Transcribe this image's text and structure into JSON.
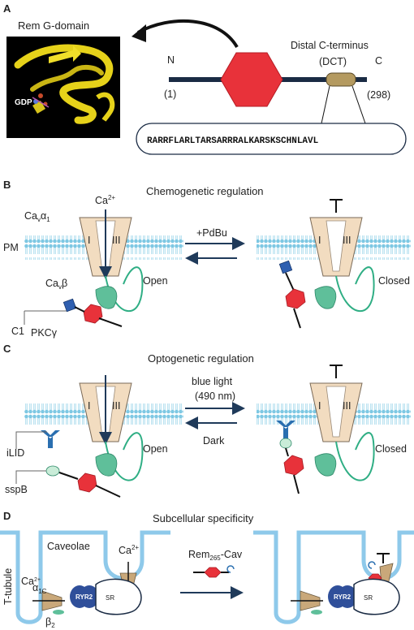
{
  "panel_a": {
    "letter": "A",
    "structure_title": "Rem G-domain",
    "gdp_label": "GDP",
    "n_label": "N",
    "n_pos": "(1)",
    "c_label": "C",
    "c_pos": "(298)",
    "dct_title": "Distal C-terminus",
    "dct_abbrev": "(DCT)",
    "dct_sequence": "RARRFLARLTARSARRRALKARSKSCHNLAVL"
  },
  "panel_b": {
    "letter": "B",
    "title": "Chemogenetic regulation",
    "ca_ion": "Ca",
    "ca_charge": "2+",
    "cav_alpha": "Ca",
    "cav_alpha_sub": "v",
    "cav_alpha_greek": "α",
    "cav_alpha_num": "1",
    "membrane_label": "PM",
    "cav_beta": "Ca",
    "cav_beta_sub": "v",
    "cav_beta_greek": "β",
    "c1_label": "C1",
    "pkc_label": "PKCγ",
    "state_open": "Open",
    "state_closed": "Closed",
    "stimulus": "+PdBu",
    "domain_i": "I",
    "domain_iii": "III"
  },
  "panel_c": {
    "letter": "C",
    "title": "Optogenetic regulation",
    "light_line1": "blue light",
    "light_line2": "(490 nm)",
    "dark_label": "Dark",
    "ilid_label": "iLID",
    "sspb_label": "sspB",
    "state_open": "Open",
    "state_closed": "Closed",
    "domain_i": "I",
    "domain_iii": "III"
  },
  "panel_d": {
    "letter": "D",
    "title": "Subcellular specificity",
    "ttubule_label": "T-tubule",
    "caveolae_label": "Caveolae",
    "ca_ion": "Ca",
    "ca_charge": "2+",
    "alpha_label": "α",
    "alpha_sub": "1C",
    "beta_label": "β",
    "beta_sub": "2",
    "ryr2_label": "RYR2",
    "sr_label": "SR",
    "construct_name": "Rem",
    "construct_sub": "265",
    "construct_suffix": "-Cav"
  },
  "colors": {
    "hexagon": "#e8323a",
    "membrane": "#7ec8e3",
    "channel": "#f2dcc0",
    "cavbeta": "#5fbf9a",
    "ryr2": "#2f4f9a",
    "dct_box": "#b49a60",
    "tubule": "#8ec9ea",
    "ilid": "#2a6fb0",
    "sspb": "#c9ecd8"
  }
}
